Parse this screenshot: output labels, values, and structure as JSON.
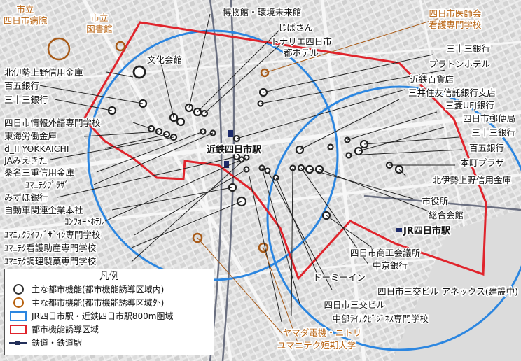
{
  "map": {
    "stations": {
      "kintetsu": "近鉄四日市駅",
      "jr": "JR四日市駅"
    },
    "labels_outside": {
      "hospital": "市立\n四日市病院",
      "library": "市立\n図書館",
      "nursing_school": "四日市医師会\n看護専門学校",
      "yamada": "ヤマダ電機・ニトリ",
      "junior_college": "ユマニテク短期大学"
    },
    "labels_inside": {
      "museum": "博物館・環境未来館",
      "jibasan": "じばさん",
      "hotel": "トナリエ四日市\n都ホテル",
      "bunka": "文化会館",
      "kitaise_shinkin_1": "北伊勢上野信用金庫",
      "hyakugo_1": "百五銀行",
      "sanjusan_1": "三十三銀行",
      "info_school": "四日市情報外語専門学校",
      "tokai_rokin": "東海労働金庫",
      "d2": "d_II YOKKAICHI",
      "ja": "JAみえきた",
      "kuwana_shinkin": "桑名三重信用金庫",
      "umanitech_plaza": "ﾕﾏﾆﾃｸﾌﾟﾗｻﾞ",
      "mizuho": "みずほ銀行",
      "auto_assoc": "自動車関連企業本社",
      "comfort_hotel": "ｺﾝﾌｫｰﾄﾎﾃﾙ",
      "design_school": "ﾕﾏﾆﾃｸﾗｲﾌﾃﾞｻﾞｲﾝ専門学校",
      "nursing_midwife": "ﾕﾏﾆﾃｸ看護助産専門学校",
      "cooking_school": "ﾕﾏﾆﾃｸ調理製菓専門学校",
      "sanjusan_2": "三十三銀行",
      "platon": "プラトンホテル",
      "kintetsu_dept": "近鉄百貨店",
      "mitsui_trust": "三井住友信託銀行支店",
      "mufg": "三菱UFJ銀行",
      "post": "四日市郵便局",
      "sanjusan_3": "三十三銀行",
      "hyakugo_2": "百五銀行",
      "honmachi": "本町プラザ",
      "kitaise_shinkin_2": "北伊勢上野信用金庫",
      "city_hall": "市役所",
      "sogo_kaikan": "総合会館",
      "commerce": "四日市商工会議所",
      "chukyo": "中京銀行",
      "donkihote": "ドーミーイン",
      "sanbishi_annex": "四日市三交ビル アネックス(建設中)",
      "sanbishi": "四日市三交ビル",
      "chubu_business": "中部ﾗｲﾃｸﾋﾞｼﾞﾈｽ専門学校"
    },
    "colors": {
      "inside": "#333333",
      "outside": "#b8620f",
      "radius_circle": "#2c86e0",
      "guidance_area": "#e0242c",
      "railway": "#23305a"
    }
  },
  "legend": {
    "title": "凡例",
    "items": [
      {
        "label": "主な都市機能(都市機能誘導区域内)",
        "icon": "black-circle-icon"
      },
      {
        "label": "主な都市機能(都市機能誘導区域外)",
        "icon": "brown-circle-icon"
      },
      {
        "label": "JR四日市駅・近鉄四日市駅800m圏域",
        "icon": "blue-rectangle-icon"
      },
      {
        "label": "都市機能誘導区域",
        "icon": "red-rectangle-icon"
      },
      {
        "label": "鉄道・鉄道駅",
        "icon": "railway-icon"
      }
    ]
  }
}
